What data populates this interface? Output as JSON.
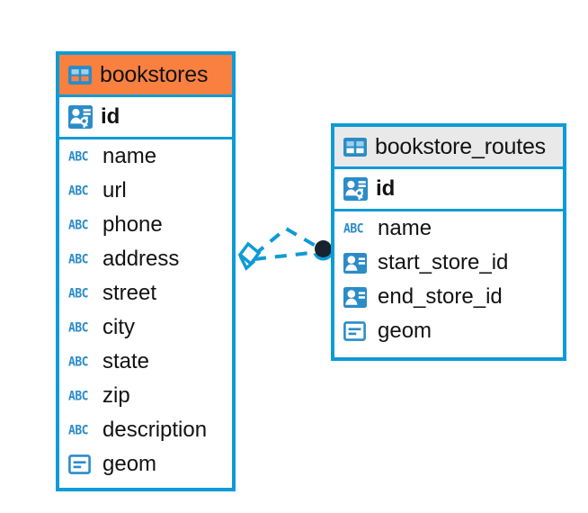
{
  "diagram": {
    "kind": "entity-relationship-diagram",
    "background_color": "#ffffff",
    "accent_blue": "#0e9bd6",
    "header_orange": "#fa8040",
    "header_gray": "#e9e9e9",
    "icon_blue": "#2b8cc8",
    "connector_dot_color": "#18232d"
  },
  "entities": [
    {
      "id": "bookstores",
      "title": "bookstores",
      "header_style": "accent-orange",
      "table_icon": "table-icon",
      "keys": [
        {
          "name": "id",
          "icon": "primary-key-icon",
          "type": "key"
        }
      ],
      "fields": [
        {
          "name": "name",
          "icon": "abc-icon",
          "icon_text": "ABC",
          "type": "text"
        },
        {
          "name": "url",
          "icon": "abc-icon",
          "icon_text": "ABC",
          "type": "text"
        },
        {
          "name": "phone",
          "icon": "abc-icon",
          "icon_text": "ABC",
          "type": "text"
        },
        {
          "name": "address",
          "icon": "abc-icon",
          "icon_text": "ABC",
          "type": "text"
        },
        {
          "name": "street",
          "icon": "abc-icon",
          "icon_text": "ABC",
          "type": "text"
        },
        {
          "name": "city",
          "icon": "abc-icon",
          "icon_text": "ABC",
          "type": "text"
        },
        {
          "name": "state",
          "icon": "abc-icon",
          "icon_text": "ABC",
          "type": "text"
        },
        {
          "name": "zip",
          "icon": "abc-icon",
          "icon_text": "ABC",
          "type": "text"
        },
        {
          "name": "description",
          "icon": "abc-icon",
          "icon_text": "ABC",
          "type": "text"
        },
        {
          "name": "geom",
          "icon": "geometry-icon",
          "type": "geometry"
        }
      ]
    },
    {
      "id": "bookstore_routes",
      "title": "bookstore_routes",
      "header_style": "accent-gray",
      "table_icon": "table-icon",
      "keys": [
        {
          "name": "id",
          "icon": "primary-key-icon",
          "type": "key"
        }
      ],
      "fields": [
        {
          "name": "name",
          "icon": "abc-icon",
          "icon_text": "ABC",
          "type": "text"
        },
        {
          "name": "start_store_id",
          "icon": "foreign-key-icon",
          "type": "foreign-key"
        },
        {
          "name": "end_store_id",
          "icon": "foreign-key-icon",
          "type": "foreign-key"
        },
        {
          "name": "geom",
          "icon": "geometry-icon",
          "type": "geometry"
        }
      ]
    }
  ],
  "relationship": {
    "from_entity": "bookstores",
    "to_entity": "bookstore_routes",
    "line_style": "dashed",
    "source_marker": "diamond-marker",
    "target_marker": "filled-circle-marker",
    "color": "#0e9bd6"
  }
}
